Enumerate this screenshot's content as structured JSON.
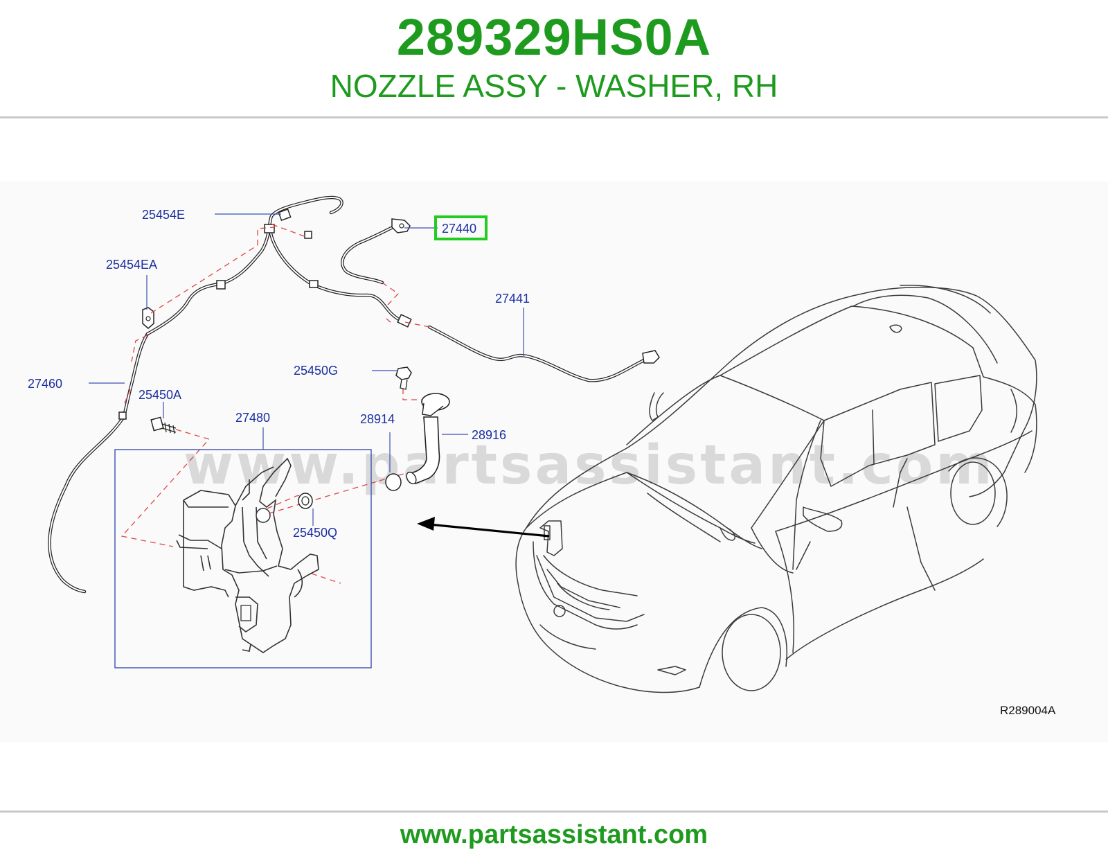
{
  "header": {
    "part_number": "289329HS0A",
    "part_name": "NOZZLE ASSY - WASHER, RH"
  },
  "diagram": {
    "highlighted_part": "27440",
    "reference_code": "R289004A",
    "watermark": "www.partsassistant.com",
    "parts": {
      "p25454E": "25454E",
      "p27440": "27440",
      "p25454EA": "25454EA",
      "p27441": "27441",
      "p25450G": "25450G",
      "p27460": "27460",
      "p25450A": "25450A",
      "p27480": "27480",
      "p28914": "28914",
      "p28916": "28916",
      "p25450Q": "25450Q"
    }
  },
  "footer": {
    "site": "www.partsassistant.com"
  },
  "colors": {
    "brand_green": "#1e9b1e",
    "label_blue": "#1a2fa0",
    "highlight_green": "#22cc22",
    "dashed_red": "#e04545"
  }
}
